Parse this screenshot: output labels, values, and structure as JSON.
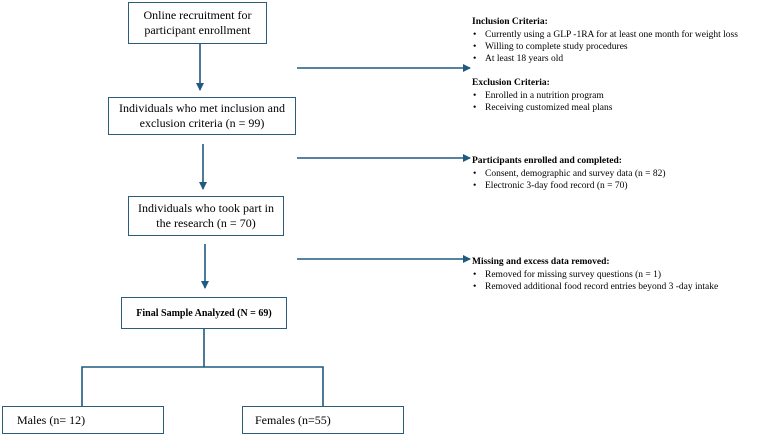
{
  "boxes": {
    "recruitment": "Online recruitment for participant enrollment",
    "criteria_met": "Individuals who met inclusion and exclusion criteria (n = 99)",
    "took_part": "Individuals who took part in the research (n = 70)",
    "final_sample": "Final Sample Analyzed (N = 69)",
    "males": "Males (n= 12)",
    "females": "Females (n=55)"
  },
  "notes": {
    "inclusion": {
      "heading": "Inclusion Criteria:",
      "items": [
        "Currently using a GLP -1RA for at least one month for weight loss",
        "Willing to complete study procedures",
        "At least 18 years old"
      ]
    },
    "exclusion": {
      "heading": "Exclusion Criteria:",
      "items": [
        "Enrolled in a nutrition program",
        "Receiving customized meal plans"
      ]
    },
    "enrolled": {
      "heading": "Participants enrolled and completed:",
      "items": [
        "Consent, demographic and survey data (n = 82)",
        "Electronic 3-day food record (n = 70)"
      ]
    },
    "removed": {
      "heading": "Missing and excess data removed:",
      "items": [
        "Removed for missing survey questions (n = 1)",
        "Removed additional food record entries beyond 3 -day intake"
      ]
    }
  },
  "colors": {
    "line": "#1f5a80",
    "border": "#2b5c7a"
  }
}
